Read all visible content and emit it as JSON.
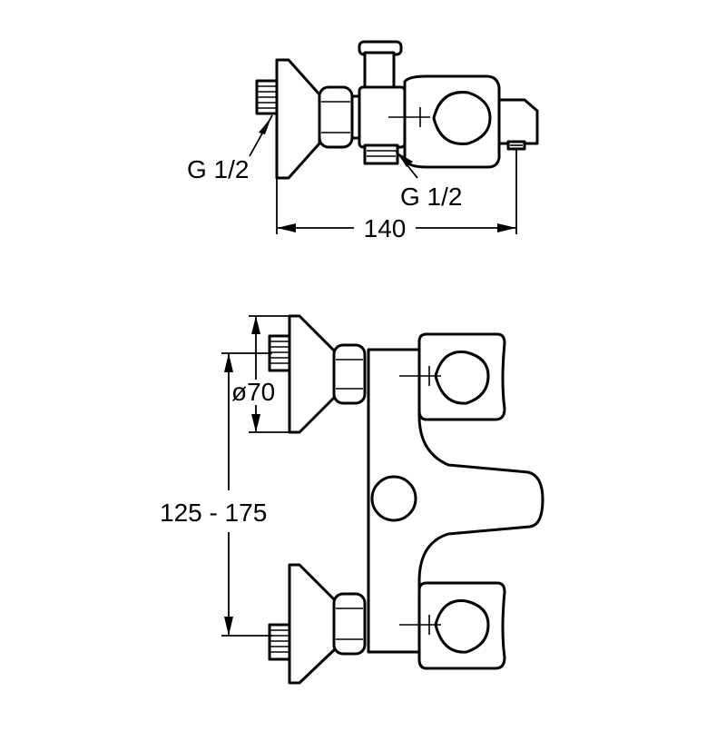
{
  "drawing": {
    "side_view": {
      "thread_label_left": "G 1/2",
      "thread_label_right": "G 1/2",
      "width_dimension": "140"
    },
    "front_view": {
      "diameter_dimension": "ø70",
      "centre_distance_dimension": "125 - 175"
    }
  }
}
